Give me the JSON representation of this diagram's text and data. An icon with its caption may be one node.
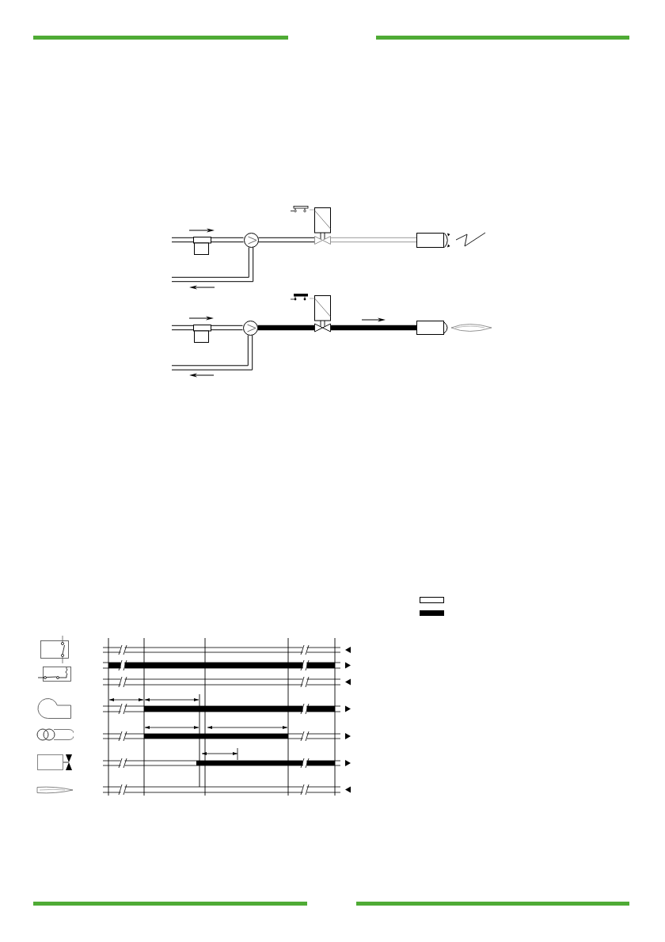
{
  "diagram": {
    "nodes": [
      {
        "text": [],
        "shape": "box"
      },
      {
        "text": [],
        "shape": "circle"
      },
      {
        "text": [],
        "shape": "picture"
      },
      {
        "text": [],
        "shape": "picture"
      },
      {
        "text": [],
        "shape": "box"
      },
      {
        "text": [],
        "shape": "box"
      },
      {
        "text": [],
        "shape": "circle"
      },
      {
        "text": [],
        "shape": "picture"
      },
      {
        "text": [],
        "shape": "picture"
      },
      {
        "text": [],
        "shape": "box"
      }
    ],
    "edges": [
      {
        "from": null,
        "to": 0,
        "arrow": "none"
      },
      {
        "from": 0,
        "to": 1,
        "arrow": "none"
      },
      {
        "from": 1,
        "to": null,
        "arrow": "none"
      },
      {
        "from": 2,
        "to": 3,
        "arrow": "none",
        "color": "#999999"
      },
      {
        "from": 1,
        "to": 3,
        "arrow": "none"
      },
      {
        "from": 3,
        "to": 4,
        "arrow": "none",
        "color": "#999999"
      },
      {
        "from": null,
        "to": 5,
        "arrow": "none"
      },
      {
        "from": 5,
        "to": 6,
        "arrow": "none"
      },
      {
        "from": 6,
        "to": null,
        "arrow": "none"
      },
      {
        "from": 7,
        "to": 8,
        "arrow": "none",
        "color": "#999999"
      },
      {
        "from": 6,
        "to": 8,
        "arrow": "none",
        "style": "thick"
      },
      {
        "from": 8,
        "to": 9,
        "arrow": "none",
        "style": "thick"
      }
    ]
  }
}
